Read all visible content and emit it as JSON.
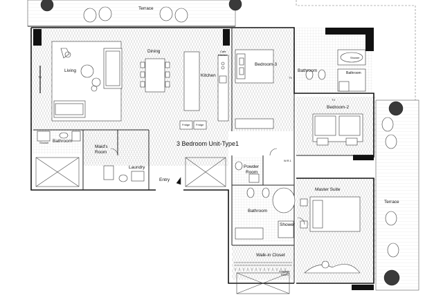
{
  "plan": {
    "title": "3 Bedroom Unit-Type1",
    "rooms": {
      "terrace_top": "Terrace",
      "terrace_right": "Terrace",
      "living": "Living",
      "dining": "Dining",
      "kitchen": "Kitchen",
      "bedroom3": "Bedroom-3",
      "bathroom_top": "Bathroom",
      "bathroom_top_right": "Bathroom",
      "shower_small": "Shower",
      "bedroom2": "Bedroom-2",
      "bathroom_left": "Bathroom",
      "shower_left": "Shower",
      "maids_room_line1": "Maid's",
      "maids_room_line2": "Room",
      "laundry": "Laundry",
      "entry": "Entry",
      "powder_line1": "Powder",
      "powder_line2": "Room",
      "master_suite": "Master Suite",
      "bathroom_master": "Bathroom",
      "shower_master": "Shower",
      "walkin_closet": "Walk-in Closet"
    },
    "annotations": {
      "tv_living": "TV",
      "tv_bedroom3": "TV",
      "tv_bedroom2": "TV",
      "fridge_1": "Fridge",
      "fridge_2": "Fridge",
      "cafe_kitchen_line1": "Cafe",
      "cafe_kitchen_line2": "Kitchen",
      "wr": "W.R.1",
      "luggage_line1": "Luggage",
      "luggage_line2": "Room"
    },
    "colors": {
      "wall": "#111111",
      "line": "#333333",
      "hatch": "#bdbdbd",
      "tree": "#2a2a2a"
    }
  }
}
